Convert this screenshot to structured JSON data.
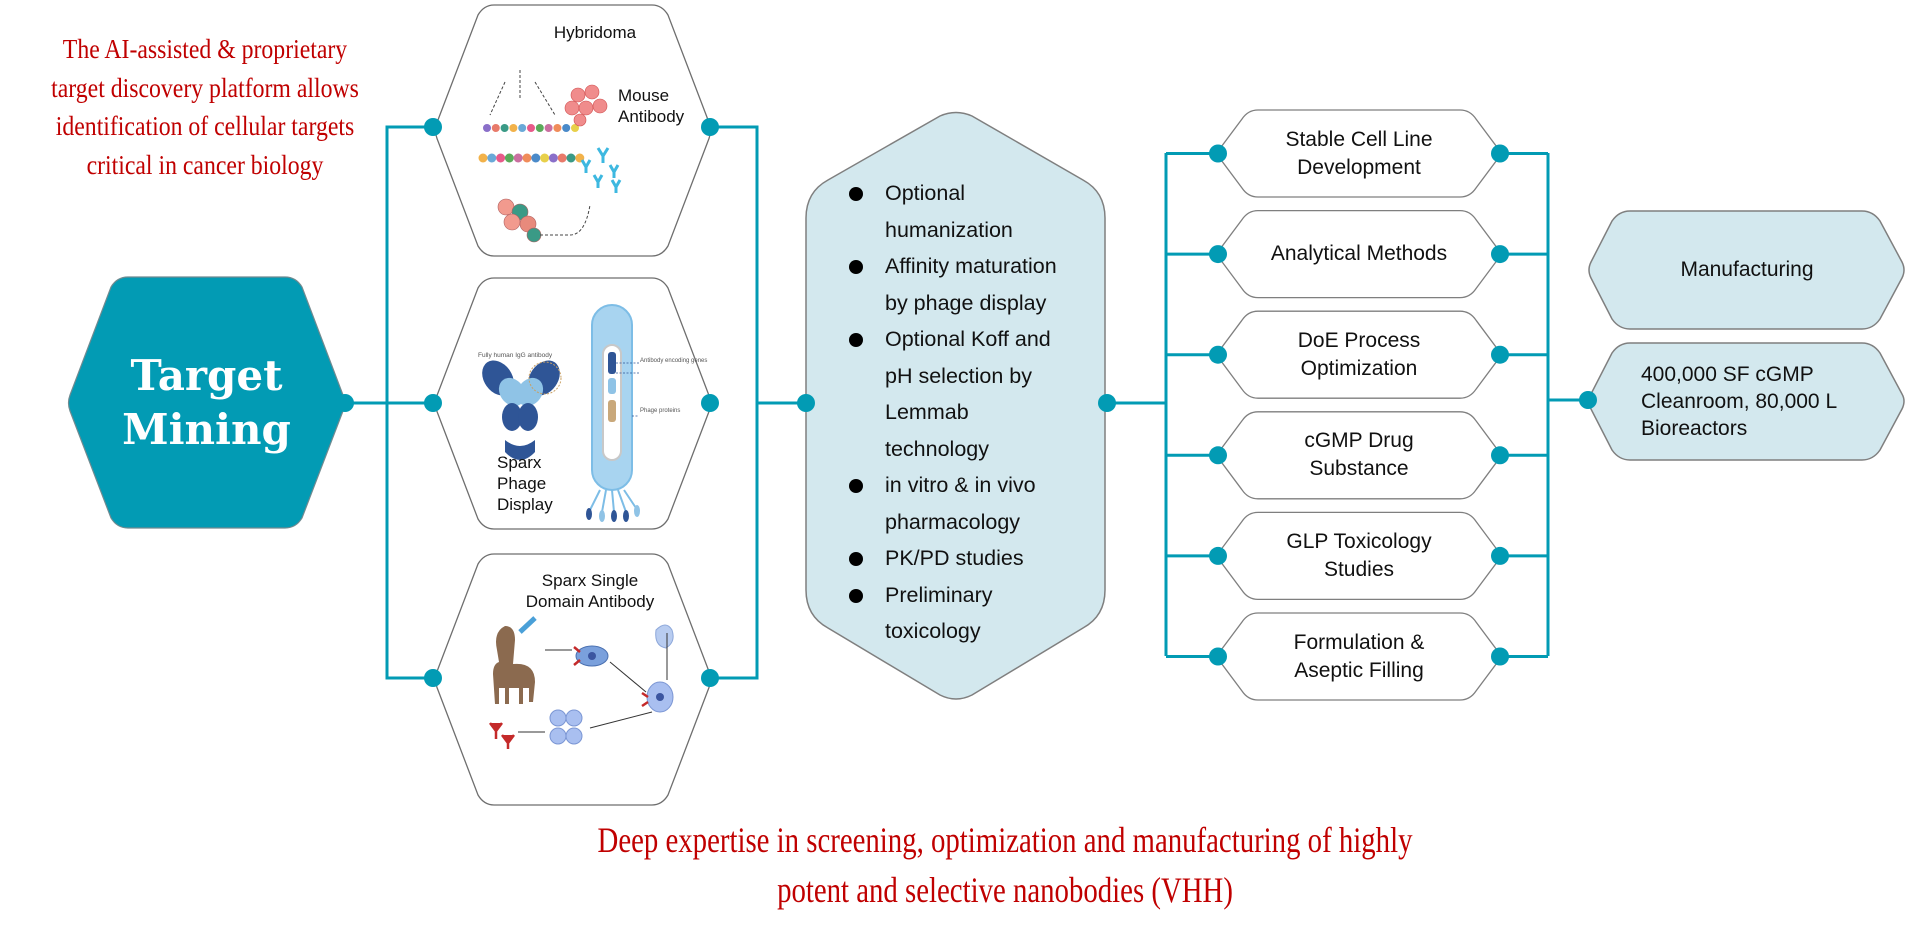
{
  "intro_text": "The AI-assisted & proprietary target discovery platform allows identification of cellular targets critical in cancer biology",
  "target_mining": {
    "line1": "Target",
    "line2": "Mining"
  },
  "discovery_platforms": [
    {
      "title": "Hybridoma",
      "subtitle": "Mouse Antibody",
      "subtitle_line1": "Mouse",
      "subtitle_line2": "Antibody",
      "illustration": "hybridoma-process-illustration"
    },
    {
      "title": "Sparx Phage Display",
      "title_line1": "Sparx",
      "title_line2": "Phage",
      "title_line3": "Display",
      "illustration": "phage-display-illustration",
      "illustration_labels": [
        "Fully human IgG antibody",
        "Antibody encoding genes",
        "Phage proteins"
      ]
    },
    {
      "title": "Sparx Single Domain Antibody",
      "title_line1": "Sparx Single",
      "title_line2": "Domain Antibody",
      "illustration": "alpaca-immunization-illustration"
    }
  ],
  "optimization_list": [
    "Optional humanization",
    "Affinity maturation by phage display",
    "Optional Koff and pH selection by Lemmab technology",
    "in vitro & in vivo pharmacology",
    "PK/PD studies",
    "Preliminary toxicology"
  ],
  "optimization_list_lines": [
    [
      "Optional",
      "humanization"
    ],
    [
      "Affinity maturation",
      "by phage display"
    ],
    [
      "Optional Koff and",
      "pH selection by",
      "Lemmab",
      "technology"
    ],
    [
      "in vitro & in vivo",
      "pharmacology"
    ],
    [
      "PK/PD studies"
    ],
    [
      "Preliminary",
      "toxicology"
    ]
  ],
  "development_steps": [
    {
      "label": "Stable Cell Line Development",
      "lines": [
        "Stable Cell Line",
        "Development"
      ]
    },
    {
      "label": "Analytical Methods",
      "lines": [
        "Analytical Methods"
      ]
    },
    {
      "label": "DoE Process Optimization",
      "lines": [
        "DoE Process",
        "Optimization"
      ]
    },
    {
      "label": "cGMP Drug Substance",
      "lines": [
        "cGMP Drug",
        "Substance"
      ]
    },
    {
      "label": "GLP Toxicology Studies",
      "lines": [
        "GLP Toxicology",
        "Studies"
      ]
    },
    {
      "label": "Formulation & Aseptic Filling",
      "lines": [
        "Formulation &",
        "Aseptic Filling"
      ]
    }
  ],
  "manufacturing": {
    "title": "Manufacturing",
    "facility_lines": [
      "400,000 SF cGMP",
      "Cleanroom, 80,000 L",
      "Bioreactors"
    ]
  },
  "caption_lines": [
    "Deep expertise in screening, optimization and manufacturing of highly",
    "potent and selective nanobodies (VHH)"
  ],
  "colors": {
    "accent_teal": "#029BB4",
    "light_fill": "#D3E8EE",
    "outline": "#7F7F7F",
    "highlight_red": "#C00000"
  }
}
